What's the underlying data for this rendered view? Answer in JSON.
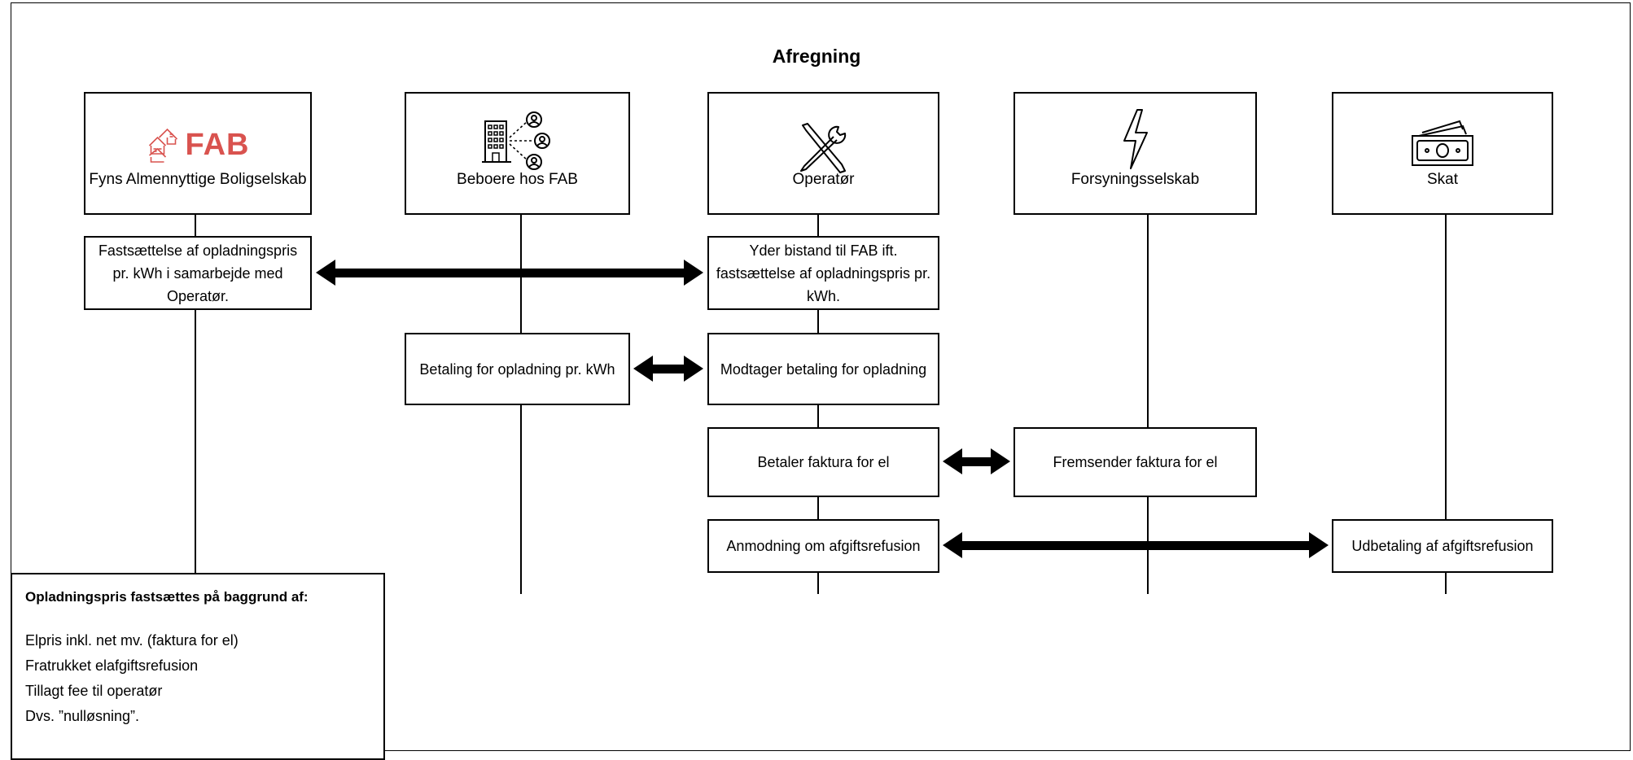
{
  "title": "Afregning",
  "actors": [
    {
      "key": "fab",
      "label": "Fyns Almennyttige Boligselskab",
      "logo_text": "FAB",
      "icon": "fab-logo-icon"
    },
    {
      "key": "beboere",
      "label": "Beboere hos FAB",
      "icon": "building-residents-icon"
    },
    {
      "key": "operator",
      "label": "Operatør",
      "icon": "tools-icon"
    },
    {
      "key": "forsyning",
      "label": "Forsyningsselskab",
      "icon": "lightning-icon"
    },
    {
      "key": "skat",
      "label": "Skat",
      "icon": "money-icon"
    }
  ],
  "steps": {
    "fab_price": "Fastsættelse af opladningspris pr. kWh i samarbejde med Operatør.",
    "operator_assist": "Yder bistand til FAB ift. fastsættelse af opladningspris pr. kWh.",
    "beboere_pay": "Betaling for opladning pr. kWh",
    "operator_receive": "Modtager betaling for opladning",
    "operator_pay_invoice": "Betaler faktura for el",
    "forsyning_send_invoice": "Fremsender faktura for el",
    "operator_request_refund": "Anmodning om afgiftsrefusion",
    "skat_refund": "Udbetaling af afgiftsrefusion"
  },
  "note": {
    "heading": "Opladningspris fastsættes på baggrund af:",
    "lines": [
      "Elpris inkl. net mv. (faktura for el)",
      "Fratrukket elafgiftsrefusion",
      "Tillagt fee til operatør",
      "Dvs. ”nulløsning”."
    ]
  },
  "colors": {
    "line": "#000000",
    "logo_red": "#d9534f"
  }
}
